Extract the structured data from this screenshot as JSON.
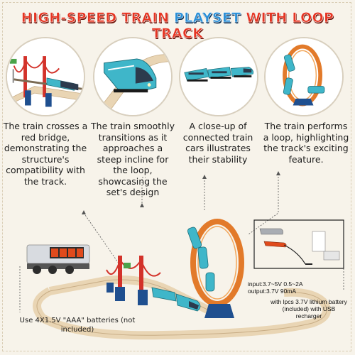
{
  "title": {
    "part1": "HIGH-SPEED TRAIN ",
    "part2": "PLAYSET",
    "part3": " WITH LOOP TRACK"
  },
  "captions": [
    "The train crosses a red bridge, demonstrating the structure's compatibility with the track.",
    "The train smoothly transitions as it approaches a steep incline for the loop, showcasing the set's design",
    "A close-up of connected train cars illustrates their stability",
    "The train performs a loop, highlighting the track's exciting feature."
  ],
  "charger": {
    "input": "input:3.7~5V 0.5~2A",
    "output": "output:3.7V 90mA",
    "battery_note": "with lpcs 3.7V lithium battery (included)  with USB recharger"
  },
  "battery_note": "Use 4X1.5V \"AAA\" batteries (not included)",
  "colors": {
    "title_red": "#e53522",
    "title_blue": "#2b8fd6",
    "train_teal": "#3fb6c9",
    "loop_orange": "#e27a2a",
    "bridge_red": "#d3322a",
    "bridge_blue": "#1f4f8f",
    "track_wood": "#e9d5b4"
  }
}
